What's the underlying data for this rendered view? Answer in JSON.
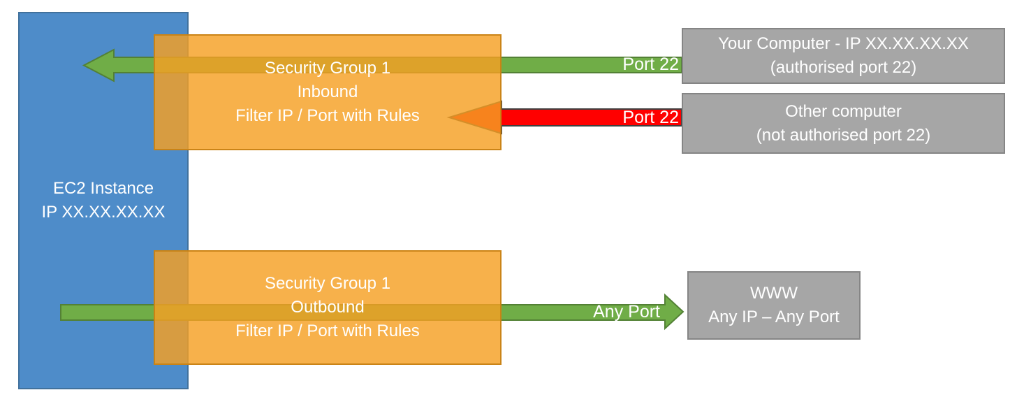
{
  "diagram": {
    "ec2_instance": {
      "line1": "EC2 Instance",
      "line2": "IP XX.XX.XX.XX"
    },
    "security_group_inbound": {
      "line1": "Security Group 1",
      "line2": "Inbound",
      "line3": "Filter IP / Port with Rules"
    },
    "security_group_outbound": {
      "line1": "Security Group 1",
      "line2": "Outbound",
      "line3": "Filter IP / Port with Rules"
    },
    "your_computer": {
      "line1": "Your Computer - IP XX.XX.XX.XX",
      "line2": "(authorised port 22)"
    },
    "other_computer": {
      "line1": "Other computer",
      "line2": "(not authorised port 22)"
    },
    "www": {
      "line1": "WWW",
      "line2": "Any IP – Any Port"
    },
    "flow_labels": {
      "inbound_allowed_port": "Port 22",
      "inbound_denied_port": "Port 22",
      "outbound_port": "Any Port"
    },
    "colors": {
      "ec2_blue": "#4e8cc9",
      "security_group_orange": "#f6b14a",
      "allowed_green": "#70ad47",
      "denied_red": "#ff0000",
      "external_gray": "#a6a6a6",
      "text_white": "#ffffff"
    }
  }
}
